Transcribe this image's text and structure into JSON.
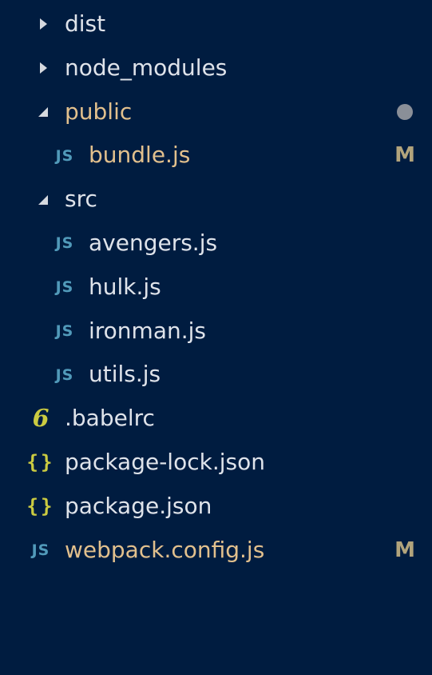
{
  "explorer": {
    "items": [
      {
        "label": "dist",
        "type": "folder",
        "expanded": false,
        "depth": 0,
        "icon": "chevron-right-icon"
      },
      {
        "label": "node_modules",
        "type": "folder",
        "expanded": false,
        "depth": 0,
        "icon": "chevron-right-icon"
      },
      {
        "label": "public",
        "type": "folder",
        "expanded": true,
        "depth": 0,
        "icon": "chevron-down-icon",
        "status": "dot"
      },
      {
        "label": "bundle.js",
        "type": "file",
        "depth": 1,
        "icon": "js-icon",
        "icon_text": "JS",
        "badge": "M"
      },
      {
        "label": "src",
        "type": "folder",
        "expanded": true,
        "depth": 0,
        "icon": "chevron-down-icon"
      },
      {
        "label": "avengers.js",
        "type": "file",
        "depth": 1,
        "icon": "js-icon",
        "icon_text": "JS"
      },
      {
        "label": "hulk.js",
        "type": "file",
        "depth": 1,
        "icon": "js-icon",
        "icon_text": "JS"
      },
      {
        "label": "ironman.js",
        "type": "file",
        "depth": 1,
        "icon": "js-icon",
        "icon_text": "JS"
      },
      {
        "label": "utils.js",
        "type": "file",
        "depth": 1,
        "icon": "js-icon",
        "icon_text": "JS"
      },
      {
        "label": ".babelrc",
        "type": "file",
        "depth": 0,
        "icon": "babel-icon",
        "icon_text": "6"
      },
      {
        "label": "package-lock.json",
        "type": "file",
        "depth": 0,
        "icon": "json-icon",
        "icon_text": "{}"
      },
      {
        "label": "package.json",
        "type": "file",
        "depth": 0,
        "icon": "json-icon",
        "icon_text": "{}"
      },
      {
        "label": "webpack.config.js",
        "type": "file",
        "depth": 0,
        "icon": "js-icon",
        "icon_text": "JS",
        "badge": "M"
      }
    ]
  },
  "colors": {
    "background": "#001c40",
    "text": "#dfe3ea",
    "modified_text": "#e2c08d",
    "js_icon": "#519aba",
    "json_icon": "#cbcb41",
    "badge": "#b2a47c",
    "dot": "#8a8f98"
  }
}
